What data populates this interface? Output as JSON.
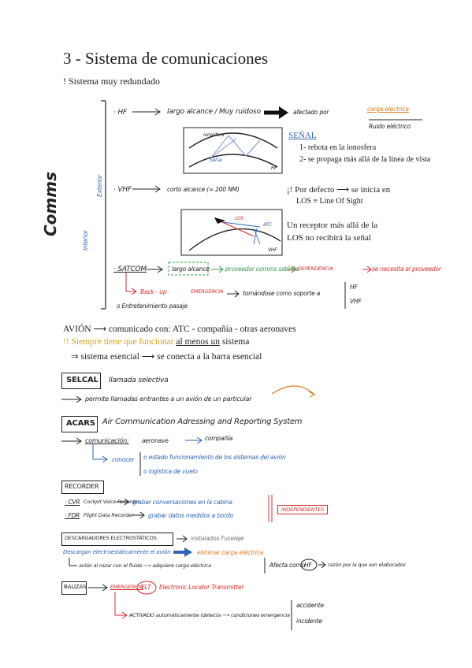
{
  "title": "3 - Sistema de comunicaciones",
  "subtitle": "! Sistema muy redundado",
  "comms": {
    "label": "Comms",
    "interior": "Interior",
    "exterior": "Exterior"
  },
  "hf": {
    "label": "· HF",
    "desc": "largo alcance / Muy ruidoso",
    "affected": "afectado por",
    "static": "carga eléctrica",
    "noise": "Ruido eléctrico",
    "diagram_top": "ionosfera",
    "diagram_signal": "Señal",
    "diagram_hf": "HF",
    "senal_title": "SEÑAL",
    "senal_1": "1- rebota en la ionosfera",
    "senal_2": "2- se propaga más allá de la línea de vista"
  },
  "vhf": {
    "label": "· VHF",
    "desc": "corto alcance (≈ 200 NM)",
    "default_note": "¡! Por defecto ⟶ se inicia en",
    "los_line": "LOS ≡ Line Of Sight",
    "diagram_los": "LOS",
    "diagram_atc": "ATC",
    "diagram_vhf": "VHF",
    "receiver_1": "Un receptor más allá de la",
    "receiver_2": "LOS no recibirá la señal"
  },
  "satcom": {
    "label": "· SATCOM",
    "desc": "largo alcance",
    "provider": "proveedor comms satélite",
    "dependency": "DEPENDENCIA",
    "needs": "se necesita el proveedor",
    "backup": "Back - up",
    "emergency": "EMERGENCIA",
    "backbone": "tomándose como soporte a",
    "hf": "HF",
    "vhf": "VHF",
    "entertainment": "o Entretenimiento pasaje"
  },
  "avion": {
    "line1": "AVIÓN ⟶ comunicado con: ATC - compañía - otras aeronaves",
    "line2_prefix": "!! Siempre tiene que funcionar ",
    "line2_underline": "al menos un",
    "line2_suffix": " sistema",
    "line3": "⇒ sistema esencial ⟶ se conecta a la barra esencial"
  },
  "selcal": {
    "label": "SELCAL",
    "desc": "llamada selectiva",
    "permits": "permite llamadas entrantes  a un avión  de un particular"
  },
  "acars": {
    "label": "ACARS",
    "desc": "Air Communication Adressing and Reporting System",
    "comm": "comunicación:",
    "aeronave": "aeronave",
    "company": "compañía",
    "know": "conocer",
    "state": "o estado funcionamiento de los sistemas del avión",
    "logistics": "o logística de vuelo"
  },
  "recorder": {
    "label": "RECORDER",
    "cvr_key": "· CVR",
    "cvr_name": "Cockpit Voice Recorder",
    "cvr_desc": "grabar  conversaciones  en la cabina",
    "fdr_key": "· FDR",
    "fdr_name": "Flight Data Recorder",
    "fdr_desc": "grabar  datos  medidos  a bordo",
    "independent": "INDEPENDIENTES"
  },
  "discharge": {
    "label": "DESCARGADORES ELECTROSTÁTICOS",
    "installed": "instalados  Fuselaje",
    "desc": "Descargan electroestáticamente  el avión",
    "remove": "eliminar  carga eléctrica",
    "rub": "avión al rozar  con el fluido  ⟶  adquiere  carga eléctrica",
    "affects": "Afecta  como",
    "hf": "HF",
    "reason": "razón por la que son elaborados"
  },
  "balizas": {
    "label": "BALIZAS",
    "emergency": "EMERGENCIA",
    "elt": "ELT",
    "elt_name": "Electronic  Locator  Transmitter",
    "activated": "ACTIVADO  automáticamente  (detecta  ⟶  condiciones  emergencia",
    "accident": "accidente",
    "incident": "incidente"
  }
}
